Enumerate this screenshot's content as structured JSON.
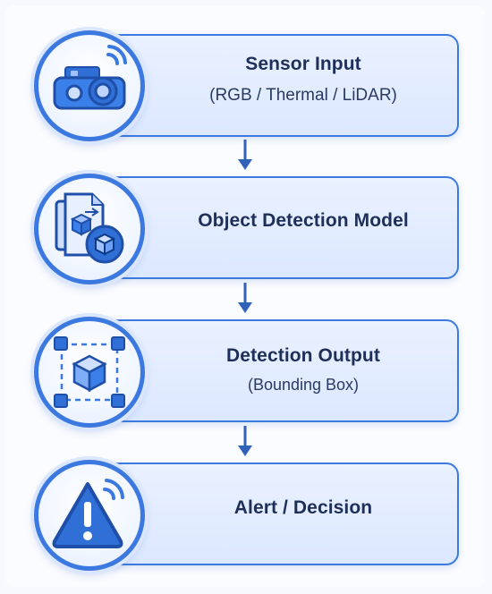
{
  "steps": [
    {
      "title": "Sensor Input",
      "subtitle": "(RGB / Thermal / LiDAR)",
      "icon": "camera-sensor-icon"
    },
    {
      "title": "Object Detection Model",
      "subtitle": "",
      "icon": "detection-model-icon"
    },
    {
      "title": "Detection Output",
      "subtitle": "(Bounding Box)",
      "icon": "bounding-box-icon"
    },
    {
      "title": "Alert / Decision",
      "subtitle": "",
      "icon": "warning-alert-icon"
    }
  ],
  "colors": {
    "accent": "#3b78e0",
    "card_fill": "#e3ecff",
    "text": "#1e2f5a"
  }
}
